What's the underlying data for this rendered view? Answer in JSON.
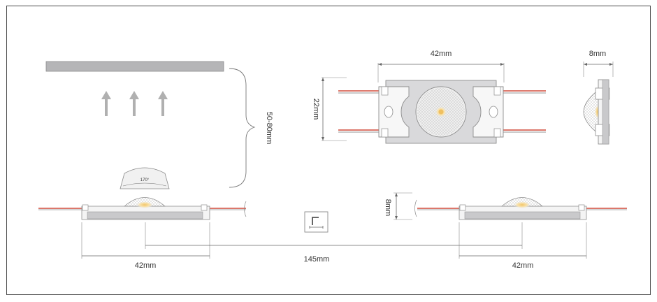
{
  "dimensions": {
    "top_width": "42mm",
    "side_width": "8mm",
    "top_height": "22mm",
    "distance_range": "50-80mm",
    "beam_angle": "170°",
    "side_height": "8mm",
    "left_width": "42mm",
    "center_spacing": "145mm",
    "right_width": "42mm"
  },
  "colors": {
    "board": "#b5b5b7",
    "module_body": "#f4f4f4",
    "lens": "#dcdcdc",
    "led_chip": "#f5d48a",
    "wire_red": "#d04a3a",
    "wire_white": "#f2f2f2",
    "arrow": "#b0b0b0"
  },
  "icons": {
    "logo": "logo-icon",
    "arrow": "arrow-up-icon"
  }
}
